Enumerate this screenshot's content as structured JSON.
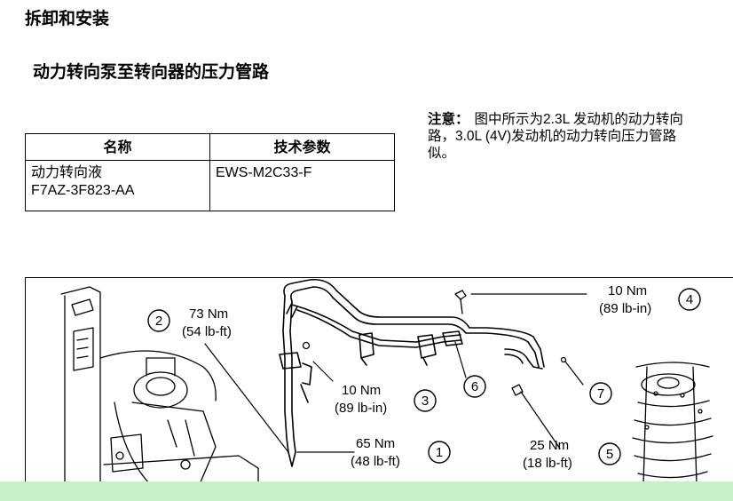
{
  "document": {
    "section_title": "拆卸和安装",
    "subtitle": "动力转向泵至转向器的压力管路"
  },
  "spec_table": {
    "headers": [
      "名称",
      "技术参数"
    ],
    "rows": [
      {
        "name_line1": "动力转向液",
        "name_line2": "F7AZ-3F823-AA",
        "spec": "EWS-M2C33-F"
      }
    ]
  },
  "note": {
    "label": "注意：",
    "lines": [
      "图中所示为2.3L 发动机的动力转向",
      "路，3.0L (4V)发动机的动力转向压力管路",
      "似。"
    ]
  },
  "figure": {
    "callouts": [
      {
        "id": "1",
        "nm": "65 Nm",
        "lbft": "(48 lb-ft)"
      },
      {
        "id": "2",
        "nm": "73 Nm",
        "lbft": "(54 lb-ft)"
      },
      {
        "id": "3",
        "nm": "10 Nm",
        "lbft": "(89 lb-in)"
      },
      {
        "id": "4",
        "nm": "10 Nm",
        "lbft": "(89 lb-in)"
      },
      {
        "id": "5",
        "nm": "25 Nm",
        "lbft": "(18 lb-ft)"
      },
      {
        "id": "6"
      },
      {
        "id": "7"
      }
    ]
  },
  "colors": {
    "footer_bar": "#c9efc9",
    "line_art": "#000000"
  }
}
